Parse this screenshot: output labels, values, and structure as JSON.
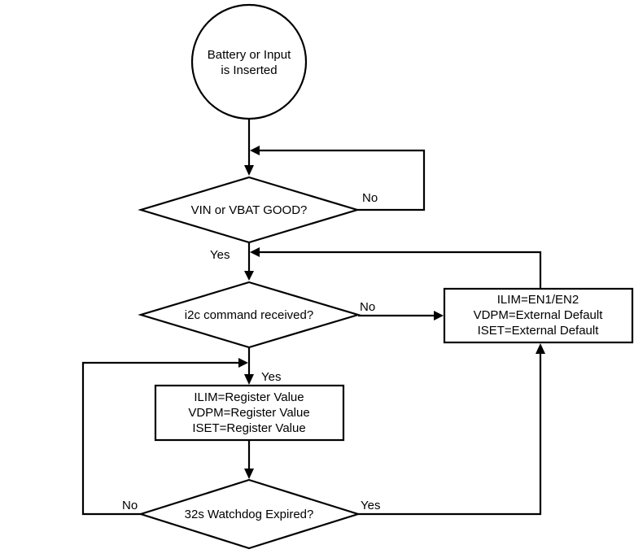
{
  "nodes": {
    "start": {
      "lines": [
        "Battery or Input",
        "is Inserted"
      ]
    },
    "vin_check": {
      "lines": [
        "VIN or VBAT GOOD?"
      ]
    },
    "i2c_check": {
      "lines": [
        "i2c command received?"
      ]
    },
    "external_box": {
      "lines": [
        "ILIM=EN1/EN2",
        "VDPM=External Default",
        "ISET=External Default"
      ]
    },
    "register_box": {
      "lines": [
        "ILIM=Register Value",
        "VDPM=Register Value",
        "ISET=Register Value"
      ]
    },
    "watchdog_check": {
      "lines": [
        "32s Watchdog Expired?"
      ]
    }
  },
  "edges": {
    "vin_no": "No",
    "vin_yes": "Yes",
    "i2c_no": "No",
    "i2c_yes": "Yes",
    "watchdog_no": "No",
    "watchdog_yes": "Yes"
  }
}
